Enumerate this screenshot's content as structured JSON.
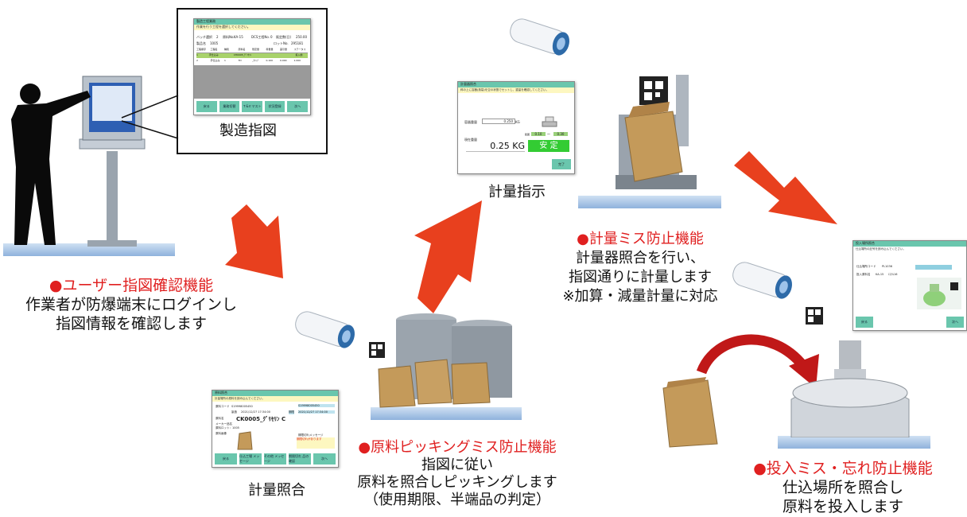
{
  "labels": {
    "manufacturing_order": "製造指図",
    "weighing_instruction": "計量指示",
    "weighing_verification": "計量照合"
  },
  "features": {
    "user_instruction": {
      "title": "●ユーザー指図確認機能",
      "lines": [
        "作業者が防爆端末にログインし",
        "指図情報を確認します"
      ]
    },
    "weighing_error": {
      "title": "●計量ミス防止機能",
      "lines": [
        "計量器照合を行い、",
        "指図通りに計量します",
        "※加算・減量計量に対応"
      ]
    },
    "picking_error": {
      "title": "●原料ピッキングミス防止機能",
      "lines": [
        "指図に従い",
        "原料を照合しピッキングします",
        "（使用期限、半端品の判定）"
      ]
    },
    "input_error": {
      "title": "●投入ミス・忘れ防止機能",
      "lines": [
        "仕込場所を照合し",
        "原料を投入します"
      ]
    }
  },
  "screens": {
    "order": {
      "title": "製造工程業務",
      "subtitle": "作業を行う工程を選択してください。",
      "batch_label": "バッチ選択",
      "batch_value": "2",
      "product_no_label": "原料No.",
      "product_no": "KA-15",
      "lot_label": "DCS工程No.",
      "lot_value": "0",
      "scheduled_label": "既定数(日)",
      "scheduled_value": "250.00",
      "product_name_label": "製品名",
      "product_name": "1005",
      "ticket_label": "ロットNo.",
      "ticket_value": "295181",
      "table_headers": [
        "工程順序",
        "工程名",
        "種別",
        "原料名",
        "既定量",
        "秤量量",
        "差引量",
        "ステータス"
      ],
      "rows": [
        [
          "1",
          "手仕込み",
          "",
          "CH0005_ｸﾞﾘｾﾘﾝ",
          "",
          "",
          "",
          "投入前"
        ],
        [
          "2",
          "手仕込み",
          "1",
          "TD",
          "_ｸﾘｯﾌﾟ",
          "0.100",
          "0.000",
          "1.000"
        ]
      ],
      "buttons": [
        "戻る",
        "業務切替",
        "Ｔ&Ｅマスト",
        "状況登録",
        "次へ"
      ]
    },
    "weigh": {
      "title": "計量器照合",
      "subtitle": "秤の上に容器(風袋)を空の状態でセットし、重量を確認してください。",
      "tare_label": "容器重量",
      "tare_value": "0.250",
      "tare_unit": "KG",
      "range_label": "範囲",
      "range_low": "0.10",
      "range_sep": "～",
      "range_high": "0.30",
      "current_label": "現在重量",
      "current_value": "0.25 KG",
      "stable_label": "安 定",
      "done_button": "完了"
    },
    "verify": {
      "title": "原料照合",
      "subtitle": "計量場所の原料を読み込んでください。",
      "code_label": "原料コード",
      "code_value": "S19998005450",
      "code_value2": "S19998005450",
      "mfg_label": "製造",
      "mfg_value": "2021/12/27 17:34:00",
      "exp_label": "期限",
      "exp_value": "2021/12/27 17:34:00",
      "material_label": "原料名",
      "material_value": "CK0005_ｸﾞﾘｾﾘﾝ C",
      "maker_label": "メーカー品名",
      "maker_value": "原料ロット：1005",
      "image_label": "原料画像",
      "alert_label": "期限切れメッセージ",
      "alert_msg": "期限切れがあります",
      "buttons": [
        "戻る",
        "仕込工場 メッセージ",
        "その他 メッセージ",
        "期限切れ 品の確認",
        "次へ"
      ]
    },
    "input": {
      "title": "投入場所照合",
      "subtitle": "仕込場所の記号を読み込んでください。",
      "place_label": "仕込場所コード",
      "place_value": "PL1036",
      "material_label": "投入原料名",
      "material_value": "KA-15",
      "material_value2": "ｴｽﾃﾙ16",
      "buttons": [
        "戻る",
        "次へ"
      ]
    }
  },
  "colors": {
    "accent_red": "#e02020",
    "arrow": "#e8401e",
    "screen_header": "#6ac6ad",
    "stable_green": "#33cc33"
  }
}
